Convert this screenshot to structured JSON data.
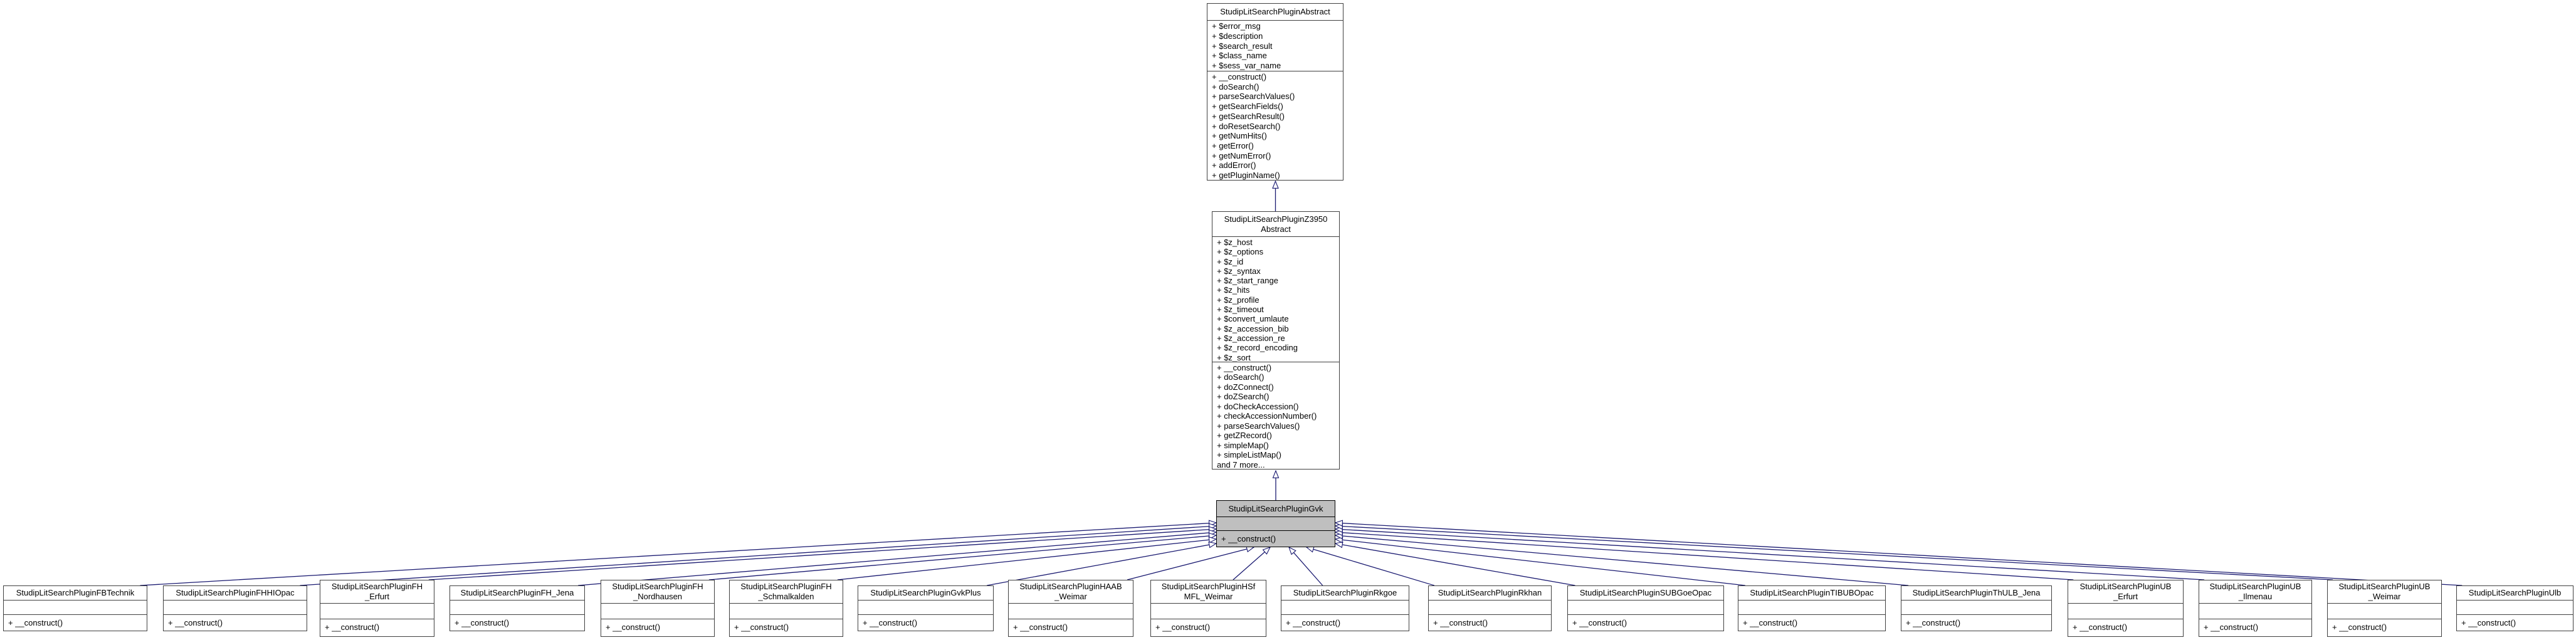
{
  "diagram_type": "uml-inheritance-graph",
  "colors": {
    "edge": "#191970",
    "node_border": "#404040",
    "node_fill": "#ffffff",
    "focus_fill": "#bfbfbf",
    "text": "#000000"
  },
  "classes": {
    "root": {
      "lines": [
        "StudipLitSearchPluginAbstract"
      ],
      "attributes": [
        "+ $error_msg",
        "+ $description",
        "+ $search_result",
        "+ $class_name",
        "+ $sess_var_name"
      ],
      "methods": [
        "+ __construct()",
        "+ doSearch()",
        "+ parseSearchValues()",
        "+ getSearchFields()",
        "+ getSearchResult()",
        "+ doResetSearch()",
        "+ getNumHits()",
        "+ getError()",
        "+ getNumError()",
        "+ addError()",
        "+ getPluginName()"
      ]
    },
    "z3950": {
      "lines": [
        "StudipLitSearchPluginZ3950",
        "Abstract"
      ],
      "attributes": [
        "+ $z_host",
        "+ $z_options",
        "+ $z_id",
        "+ $z_syntax",
        "+ $z_start_range",
        "+ $z_hits",
        "+ $z_profile",
        "+ $z_timeout",
        "+ $convert_umlaute",
        "+ $z_accession_bib",
        "+ $z_accession_re",
        "+ $z_record_encoding",
        "+ $z_sort"
      ],
      "methods": [
        "+ __construct()",
        "+ doSearch()",
        "+ doZConnect()",
        "+ doZSearch()",
        "+ doCheckAccession()",
        "+ checkAccessionNumber()",
        "+ parseSearchValues()",
        "+ getZRecord()",
        "+ simpleMap()",
        "+ simpleListMap()",
        "and 7 more..."
      ]
    },
    "focus": {
      "lines": [
        "StudipLitSearchPluginGvk"
      ],
      "attributes": [],
      "methods": [
        "+ __construct()"
      ]
    },
    "derived": [
      {
        "lines": [
          "StudipLitSearchPluginFBTechnik"
        ],
        "attributes": [],
        "methods": [
          "+ __construct()"
        ]
      },
      {
        "lines": [
          "StudipLitSearchPluginFHHIOpac"
        ],
        "attributes": [],
        "methods": [
          "+ __construct()"
        ]
      },
      {
        "lines": [
          "StudipLitSearchPluginFH",
          "_Erfurt"
        ],
        "attributes": [],
        "methods": [
          "+ __construct()"
        ]
      },
      {
        "lines": [
          "StudipLitSearchPluginFH_Jena"
        ],
        "attributes": [],
        "methods": [
          "+ __construct()"
        ]
      },
      {
        "lines": [
          "StudipLitSearchPluginFH",
          "_Nordhausen"
        ],
        "attributes": [],
        "methods": [
          "+ __construct()"
        ]
      },
      {
        "lines": [
          "StudipLitSearchPluginFH",
          "_Schmalkalden"
        ],
        "attributes": [],
        "methods": [
          "+ __construct()"
        ]
      },
      {
        "lines": [
          "StudipLitSearchPluginGvkPlus"
        ],
        "attributes": [],
        "methods": [
          "+ __construct()"
        ]
      },
      {
        "lines": [
          "StudipLitSearchPluginHAAB",
          "_Weimar"
        ],
        "attributes": [],
        "methods": [
          "+ __construct()"
        ]
      },
      {
        "lines": [
          "StudipLitSearchPluginHSf",
          "MFL_Weimar"
        ],
        "attributes": [],
        "methods": [
          "+ __construct()"
        ]
      },
      {
        "lines": [
          "StudipLitSearchPluginRkgoe"
        ],
        "attributes": [],
        "methods": [
          "+ __construct()"
        ]
      },
      {
        "lines": [
          "StudipLitSearchPluginRkhan"
        ],
        "attributes": [],
        "methods": [
          "+ __construct()"
        ]
      },
      {
        "lines": [
          "StudipLitSearchPluginSUBGoeOpac"
        ],
        "attributes": [],
        "methods": [
          "+ __construct()"
        ]
      },
      {
        "lines": [
          "StudipLitSearchPluginTIBUBOpac"
        ],
        "attributes": [],
        "methods": [
          "+ __construct()"
        ]
      },
      {
        "lines": [
          "StudipLitSearchPluginThULB_Jena"
        ],
        "attributes": [],
        "methods": [
          "+ __construct()"
        ]
      },
      {
        "lines": [
          "StudipLitSearchPluginUB",
          "_Erfurt"
        ],
        "attributes": [],
        "methods": [
          "+ __construct()"
        ]
      },
      {
        "lines": [
          "StudipLitSearchPluginUB",
          "_Ilmenau"
        ],
        "attributes": [],
        "methods": [
          "+ __construct()"
        ]
      },
      {
        "lines": [
          "StudipLitSearchPluginUB",
          "_Weimar"
        ],
        "attributes": [],
        "methods": [
          "+ __construct()"
        ]
      },
      {
        "lines": [
          "StudipLitSearchPluginUlb"
        ],
        "attributes": [],
        "methods": [
          "+ __construct()"
        ]
      }
    ]
  }
}
